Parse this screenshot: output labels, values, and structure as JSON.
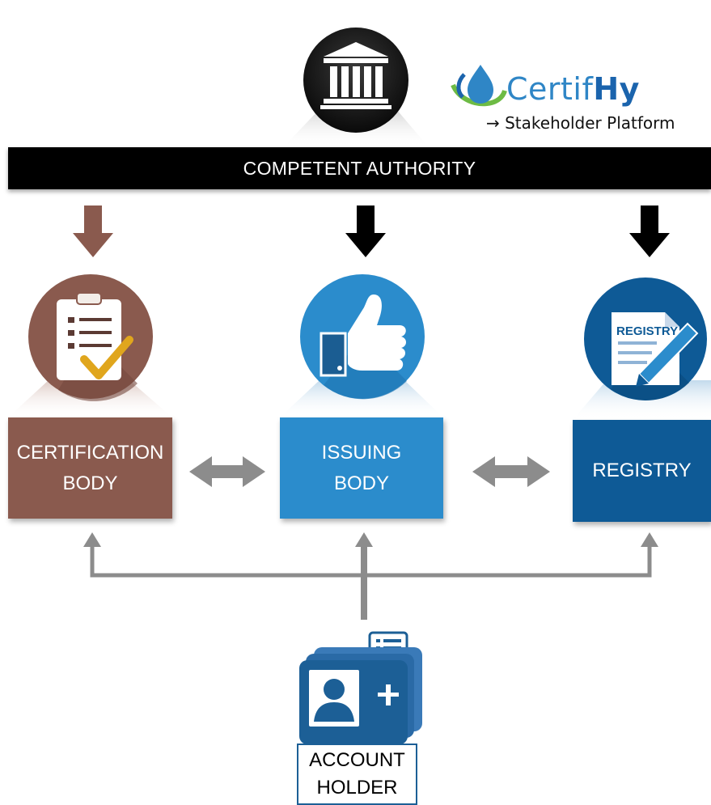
{
  "logo": {
    "brand_part1": "Certif",
    "brand_part2": "Hy",
    "subtitle": "→ Stakeholder Platform"
  },
  "authority": {
    "label": "COMPETENT AUTHORITY",
    "icon": "institution-building-icon"
  },
  "entities": {
    "certification_body": {
      "line1": "CERTIFICATION",
      "line2": "BODY",
      "icon": "clipboard-checkmark-icon"
    },
    "issuing_body": {
      "line1": "ISSUING",
      "line2": "BODY",
      "icon": "thumbs-up-icon"
    },
    "registry": {
      "label": "REGISTRY",
      "icon_text": "REGISTRY",
      "icon": "registry-document-pen-icon"
    }
  },
  "account_holder": {
    "line1": "ACCOUNT",
    "line2": "HOLDER",
    "icon": "add-account-card-icon"
  },
  "colors": {
    "authority_bar": "#000000",
    "certification": "#8a5a4e",
    "issuing": "#2b8ccc",
    "registry": "#0e5a96",
    "connector": "#8c8c8c",
    "account_border": "#1c5f96"
  }
}
